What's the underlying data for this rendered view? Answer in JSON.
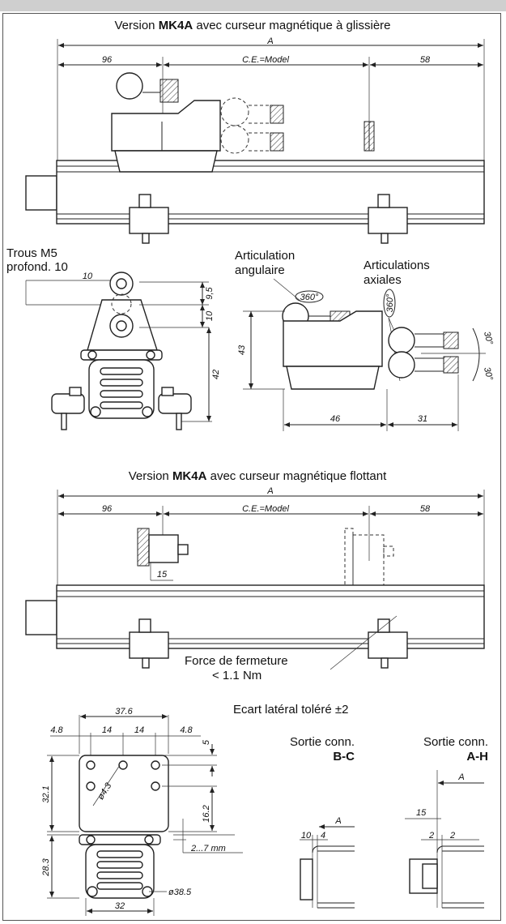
{
  "section1": {
    "title_prefix": "Version ",
    "title_bold": "MK4A",
    "title_suffix": " avec curseur magnétique à glissière",
    "dim_A": "A",
    "dim_left": "96",
    "dim_mid": "C.E.=Model",
    "dim_right": "58"
  },
  "detail1": {
    "holes_line1": "Trous M5",
    "holes_line2": "profond. 10",
    "dim_10_top": "10",
    "dim_9_5": "9,5",
    "dim_10_side": "10",
    "dim_42": "42",
    "articulation_angular_line1": "Articulation",
    "articulation_angular_line2": "angulaire",
    "articulation_axial_line1": "Articulations",
    "articulation_axial_line2": "axiales",
    "angle_360_a": "360°",
    "angle_360_b": "360°",
    "dim_43": "43",
    "dim_46": "46",
    "dim_31": "31",
    "angle_30_top": "30°",
    "angle_30_bottom": "30°"
  },
  "section2": {
    "title_prefix": "Version ",
    "title_bold": "MK4A",
    "title_suffix": " avec curseur magnétique flottant",
    "dim_A": "A",
    "dim_left": "96",
    "dim_mid": "C.E.=Model",
    "dim_right": "58",
    "dim_15": "15",
    "force_line1": "Force de fermeture",
    "force_line2": "< 1.1 Nm"
  },
  "detail2": {
    "tolerance": "Ecart latéral toléré  ±2",
    "dim_37_6": "37.6",
    "dim_4_8_left": "4.8",
    "dim_14_a": "14",
    "dim_14_b": "14",
    "dim_4_8_right": "4.8",
    "dim_5": "5",
    "dim_32_1": "32.1",
    "dim_phi_4_3": "ø4.3",
    "dim_16_2": "16.2",
    "dim_2_7": "2...7  mm",
    "dim_28_3": "28.3",
    "dim_phi_38_5": "ø38.5",
    "dim_32": "32",
    "conn_bc_line1": "Sortie conn.",
    "conn_bc_line2": "B-C",
    "conn_ah_line1": "Sortie conn.",
    "conn_ah_line2": "A-H",
    "bc_dim_A": "A",
    "bc_dim_10": "10",
    "bc_dim_4": "4",
    "ah_dim_A": "A",
    "ah_dim_15": "15",
    "ah_dim_2a": "2",
    "ah_dim_2b": "2"
  }
}
